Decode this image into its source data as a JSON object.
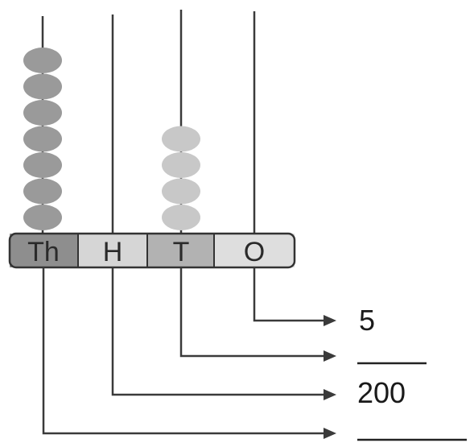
{
  "abacus": {
    "places": [
      {
        "label": "Th",
        "beads": 7,
        "bead_color": "#9a9a9a",
        "cell_color": "#8e8e8e"
      },
      {
        "label": "H",
        "beads": 0,
        "bead_color": "#c8c8c8",
        "cell_color": "#d6d6d6"
      },
      {
        "label": "T",
        "beads": 4,
        "bead_color": "#c8c8c8",
        "cell_color": "#b2b2b2"
      },
      {
        "label": "O",
        "beads": 0,
        "bead_color": "#c8c8c8",
        "cell_color": "#dedede"
      }
    ]
  },
  "answers": {
    "ones": "5",
    "tens": "",
    "hundreds": "200",
    "thousands": ""
  },
  "colors": {
    "line": "#3a3a3a",
    "bar_border": "#333333"
  }
}
